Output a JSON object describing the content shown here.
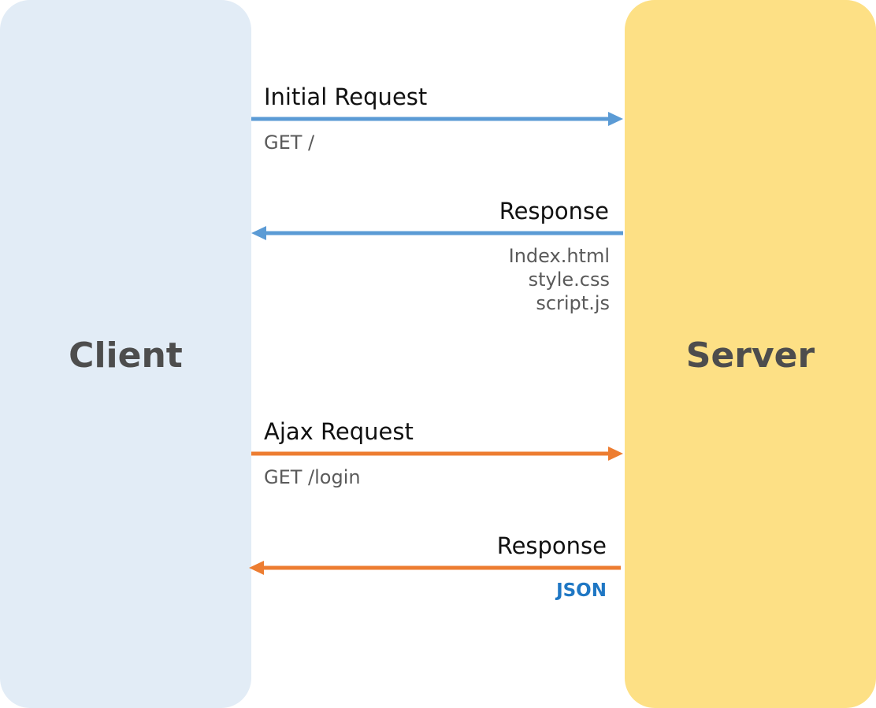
{
  "client": {
    "label": "Client",
    "color": "#e2ecf6"
  },
  "server": {
    "label": "Server",
    "color": "#fde085"
  },
  "messages": [
    {
      "label": "Initial Request",
      "direction": "client-to-server",
      "details": [
        "GET /"
      ],
      "arrow_color": "#5b9bd5"
    },
    {
      "label": "Response",
      "direction": "server-to-client",
      "details": [
        "Index.html",
        "style.css",
        "script.js"
      ],
      "arrow_color": "#5b9bd5"
    },
    {
      "label": "Ajax Request",
      "direction": "client-to-server",
      "details": [
        "GET /login"
      ],
      "arrow_color": "#ed7d31"
    },
    {
      "label": "Response",
      "direction": "server-to-client",
      "details": [
        "JSON"
      ],
      "arrow_color": "#ed7d31",
      "detail_color": "#1f77c4"
    }
  ]
}
